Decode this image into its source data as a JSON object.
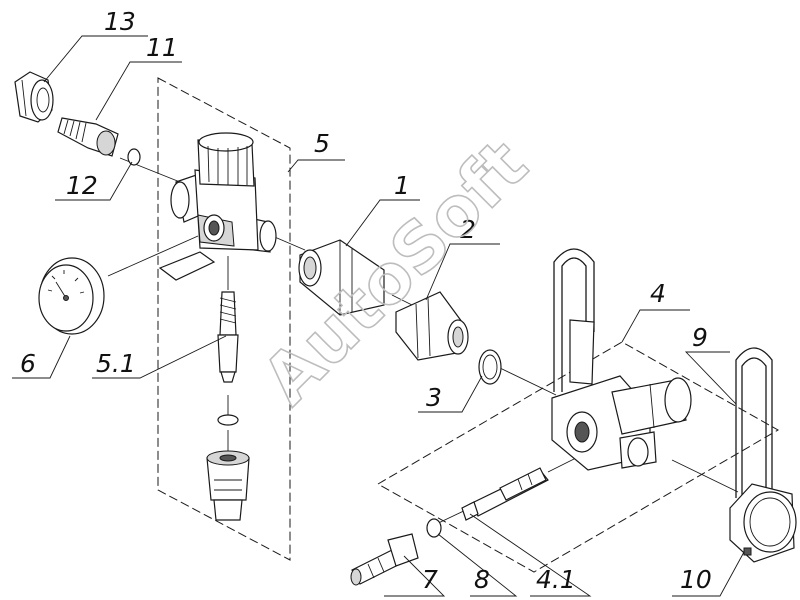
{
  "watermark": "AutoSoft",
  "callouts": [
    {
      "id": "c13",
      "text": "13"
    },
    {
      "id": "c11",
      "text": "11"
    },
    {
      "id": "c12",
      "text": "12"
    },
    {
      "id": "c5",
      "text": "5"
    },
    {
      "id": "c1",
      "text": "1"
    },
    {
      "id": "c2",
      "text": "2"
    },
    {
      "id": "c6",
      "text": "6"
    },
    {
      "id": "c51",
      "text": "5.1"
    },
    {
      "id": "c3",
      "text": "3"
    },
    {
      "id": "c4",
      "text": "4"
    },
    {
      "id": "c9",
      "text": "9"
    },
    {
      "id": "c7",
      "text": "7"
    },
    {
      "id": "c8",
      "text": "8"
    },
    {
      "id": "c41",
      "text": "4.1"
    },
    {
      "id": "c10",
      "text": "10"
    }
  ]
}
